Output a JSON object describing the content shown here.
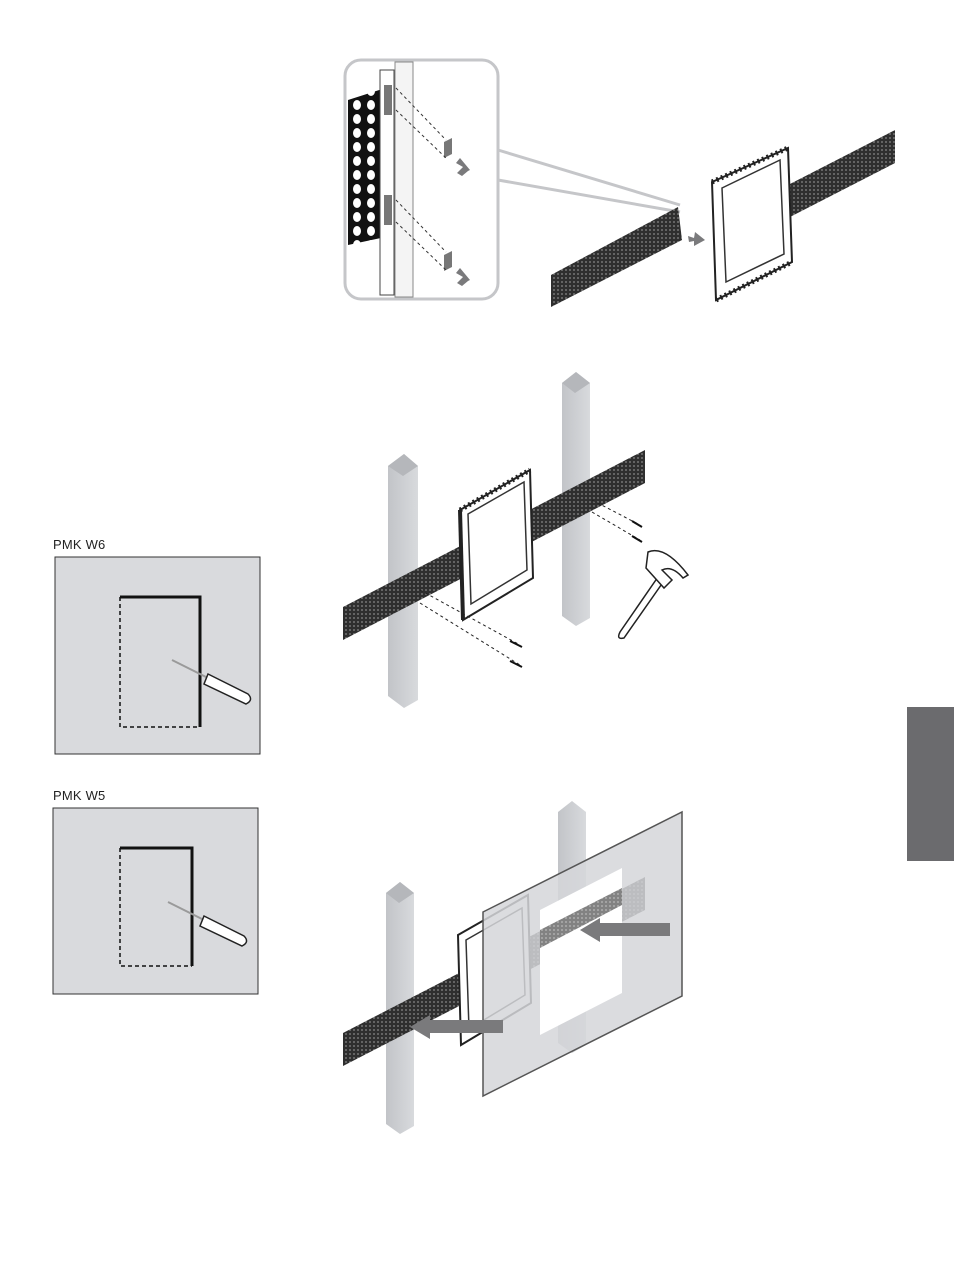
{
  "panels": {
    "pmk_w6": {
      "label": "PMK W6"
    },
    "pmk_w5": {
      "label": "PMK W5"
    }
  },
  "colors": {
    "wall": "#d9dadd",
    "stud": "#c9cbcf",
    "mesh": "#3a3a3a",
    "arrow": "#8a8a8c",
    "side_tab": "#6b6b6e"
  },
  "icons": [
    "knife-icon",
    "hammer-icon",
    "nail-icon",
    "arrow-icon",
    "mesh-strip",
    "frame",
    "stud"
  ]
}
